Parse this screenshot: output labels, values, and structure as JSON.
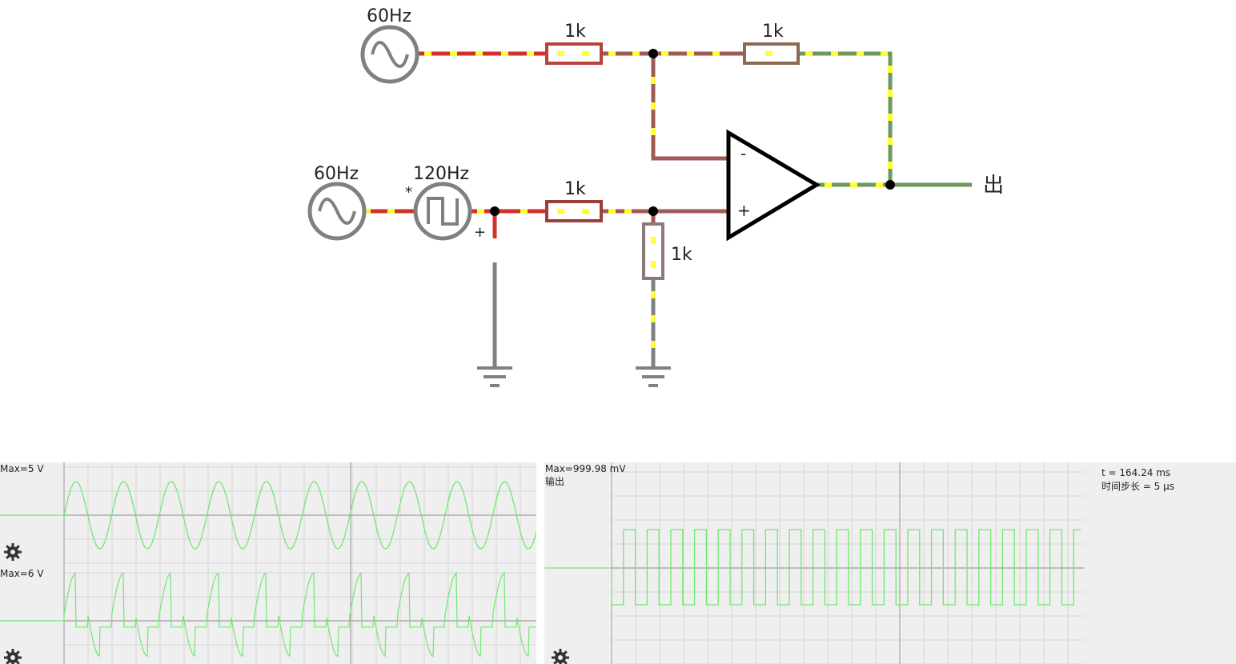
{
  "circuit": {
    "source_top_label": "60Hz",
    "source_bottom_sine_label": "60Hz",
    "source_bottom_square_label": "120Hz",
    "multiply_marker": "*",
    "plus_marker": "+",
    "resistor_top_left": "1k",
    "resistor_feedback": "1k",
    "resistor_noninv_input": "1k",
    "resistor_to_ground": "1k",
    "opamp_minus": "-",
    "opamp_plus": "+",
    "output_label": "出",
    "colors": {
      "red_wire": "#d2302a",
      "brown_wire": "#a05a55",
      "green_wire": "#6d9a5c",
      "gray_wire": "#808080",
      "current_dot": "#ffff33"
    }
  },
  "scopes": [
    {
      "id": "scope-1",
      "max_label": "Max=5 V",
      "gear_icon": "gear-icon",
      "trace": "sine",
      "trace_color": "#6fe86f"
    },
    {
      "id": "scope-2",
      "max_label": "Max=6 V",
      "gear_icon": "gear-icon",
      "trace": "sine-times-square",
      "trace_color": "#6fe86f"
    },
    {
      "id": "scope-3",
      "max_label": "Max=999.98 mV",
      "name_label": "输出",
      "gear_icon": "gear-icon",
      "trace": "square",
      "trace_color": "#6fe86f"
    }
  ],
  "info": {
    "time": "t = 164.24 ms",
    "timestep": "时间步长 = 5 µs"
  }
}
